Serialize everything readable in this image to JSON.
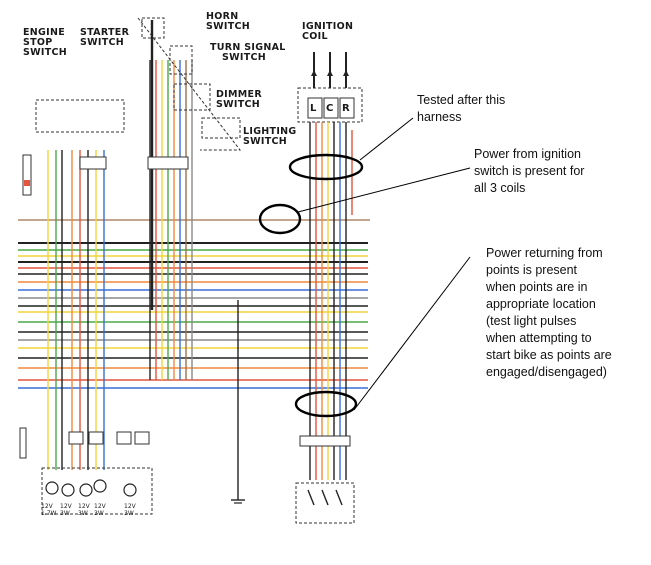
{
  "diagram_labels": {
    "engine_stop_switch": [
      "ENGINE",
      "STOP",
      "SWITCH"
    ],
    "starter_switch": [
      "STARTER",
      "SWITCH"
    ],
    "horn_switch": [
      "HORN",
      "SWITCH"
    ],
    "turn_signal_switch": [
      "TURN SIGNAL",
      "SWITCH"
    ],
    "dimmer_switch": [
      "DIMMER",
      "SWITCH"
    ],
    "lighting_switch": [
      "LIGHTING",
      "SWITCH"
    ],
    "ignition_coil": [
      "IGNITION",
      "COIL"
    ],
    "coil_terminals": [
      "L",
      "C",
      "R"
    ],
    "bulb_ratings": [
      "12V 1.7W",
      "12V 3W",
      "12V 3W",
      "12V 3W",
      "12V 3W"
    ]
  },
  "annotations": {
    "tested_after": [
      "Tested after this",
      "harness"
    ],
    "power_from_ignition": [
      "Power from ignition",
      "switch is present for",
      "all 3 coils"
    ],
    "power_returning": [
      "Power returning from",
      "points is present",
      "when points are in",
      "appropriate location",
      "(test light pulses",
      "when attempting to",
      "start bike as points are",
      "engaged/disengaged)"
    ]
  },
  "colors": {
    "wire_black": "#222222",
    "wire_red": "#e2553e",
    "wire_orange": "#f08a3c",
    "wire_yellow": "#f2d43c",
    "wire_green": "#4aa84a",
    "wire_blue": "#3a6ed8",
    "wire_brown": "#a0704a",
    "wire_gray": "#8a8a8a",
    "wire_lightblue": "#6aa0e0",
    "annotation": "#111111"
  }
}
